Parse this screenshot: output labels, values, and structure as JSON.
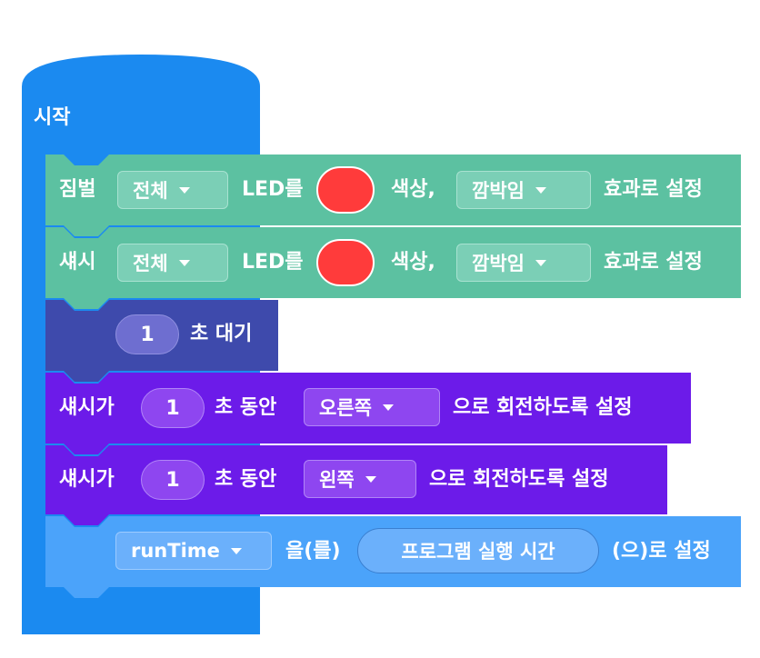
{
  "colors": {
    "start": "#1b8af0",
    "gimbal": "#5cc1a1",
    "wait": "#3e4aac",
    "motion": "#6c1be9",
    "variable": "#4ba3fa",
    "led": "#ff3b3b"
  },
  "start_block": {
    "label": "시작"
  },
  "blocks": [
    {
      "label": "짐벌",
      "target": "전체",
      "led_text": "LED를",
      "color_text": "색상,",
      "effect": "깜박임",
      "suffix": "효과로 설정"
    },
    {
      "label": "섀시",
      "target": "전체",
      "led_text": "LED를",
      "color_text": "색상,",
      "effect": "깜박임",
      "suffix": "효과로 설정"
    }
  ],
  "wait_block": {
    "value": "1",
    "text": "초 대기"
  },
  "rotate_blocks": [
    {
      "label": "섀시가",
      "value": "1",
      "text": "초 동안",
      "direction": "오른쪽",
      "suffix": "으로 회전하도록 설정"
    },
    {
      "label": "섀시가",
      "value": "1",
      "text": "초 동안",
      "direction": "왼쪽",
      "suffix": "으로 회전하도록 설정"
    }
  ],
  "set_block": {
    "variable": "runTime",
    "text": "을(를)",
    "reporter": "프로그램 실행 시간",
    "suffix": "(으)로 설정"
  }
}
